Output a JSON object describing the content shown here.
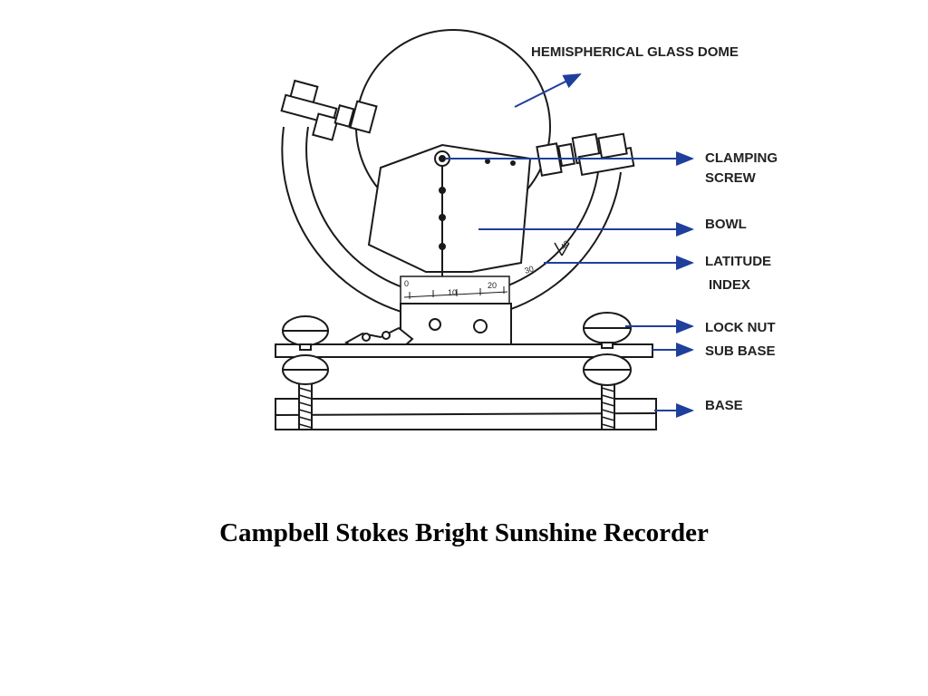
{
  "labels": {
    "dome": "HEMISPHERICAL GLASS DOME",
    "clamping_line1": "CLAMPING",
    "clamping_line2": "SCREW",
    "bowl": "BOWL",
    "latitude_line1": "LATITUDE",
    "latitude_line2": "INDEX",
    "lock_nut": "LOCK NUT",
    "sub_base": "SUB BASE",
    "base": "BASE"
  },
  "scale": {
    "latitude_ticks": [
      "0",
      "10",
      "20",
      "30",
      "40"
    ]
  },
  "caption": "Campbell Stokes  Bright Sunshine Recorder",
  "colors": {
    "line": "#1a1a1a",
    "arrow": "#1f3f9c",
    "text": "#222222"
  }
}
